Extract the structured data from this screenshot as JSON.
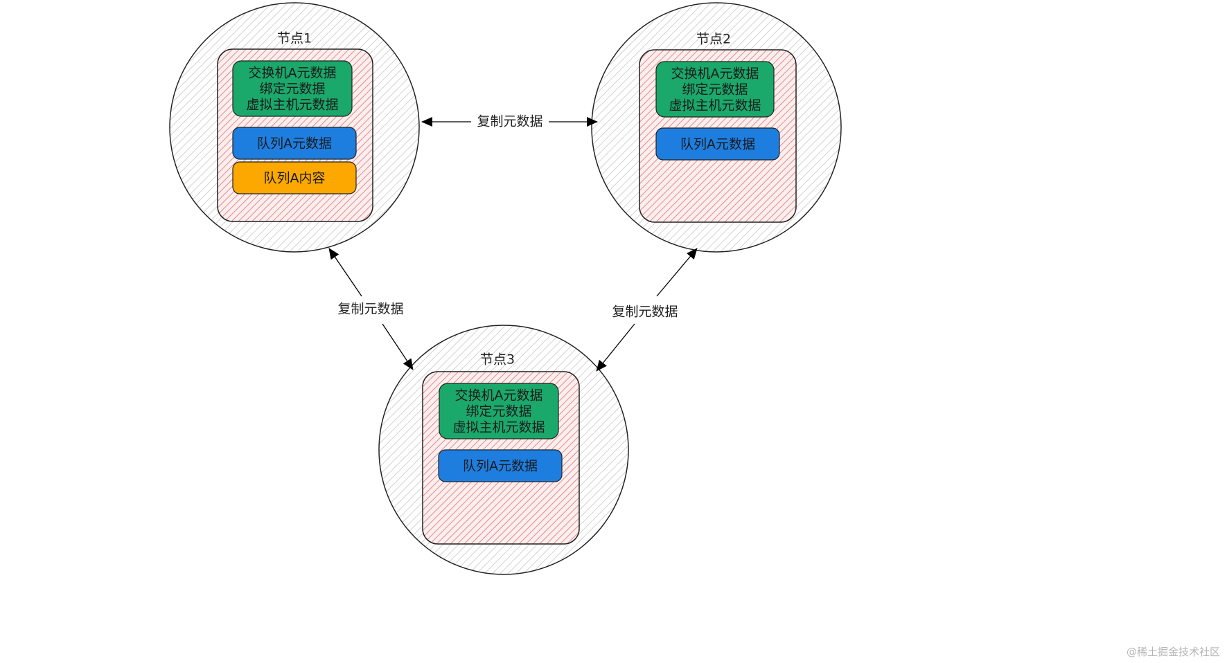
{
  "nodes": {
    "node1": {
      "title": "节点1",
      "exchange_box": {
        "line1": "交换机A元数据",
        "line2": "绑定元数据",
        "line3": "虚拟主机元数据"
      },
      "queue_meta": "队列A元数据",
      "queue_content": "队列A内容"
    },
    "node2": {
      "title": "节点2",
      "exchange_box": {
        "line1": "交换机A元数据",
        "line2": "绑定元数据",
        "line3": "虚拟主机元数据"
      },
      "queue_meta": "队列A元数据"
    },
    "node3": {
      "title": "节点3",
      "exchange_box": {
        "line1": "交换机A元数据",
        "line2": "绑定元数据",
        "line3": "虚拟主机元数据"
      },
      "queue_meta": "队列A元数据"
    }
  },
  "edges": {
    "node1_node2": "复制元数据",
    "node1_node3": "复制元数据",
    "node2_node3": "复制元数据"
  },
  "watermark": "@稀土掘金技术社区",
  "colors": {
    "metadata_green": "#1aa86b",
    "queue_meta_blue": "#1e7ee0",
    "queue_content_orange": "#fca800",
    "inner_hatch_red": "#e58a8a",
    "outer_hatch_gray": "#cfcfcf"
  }
}
